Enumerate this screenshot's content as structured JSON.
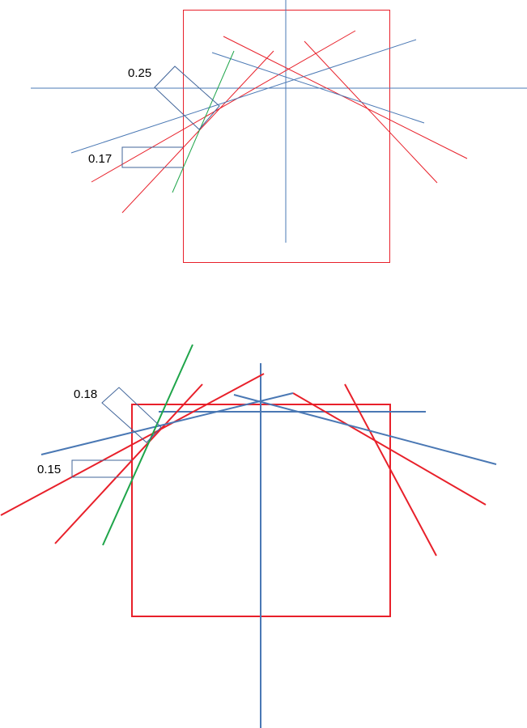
{
  "colors": {
    "red": "#E8202A",
    "blue": "#4A78B4",
    "navy": "#41659A",
    "green": "#1FA54A"
  },
  "top_diagram": {
    "label_a": "0.25",
    "label_b": "0.17"
  },
  "bottom_diagram": {
    "label_a": "0.18",
    "label_b": "0.15"
  }
}
